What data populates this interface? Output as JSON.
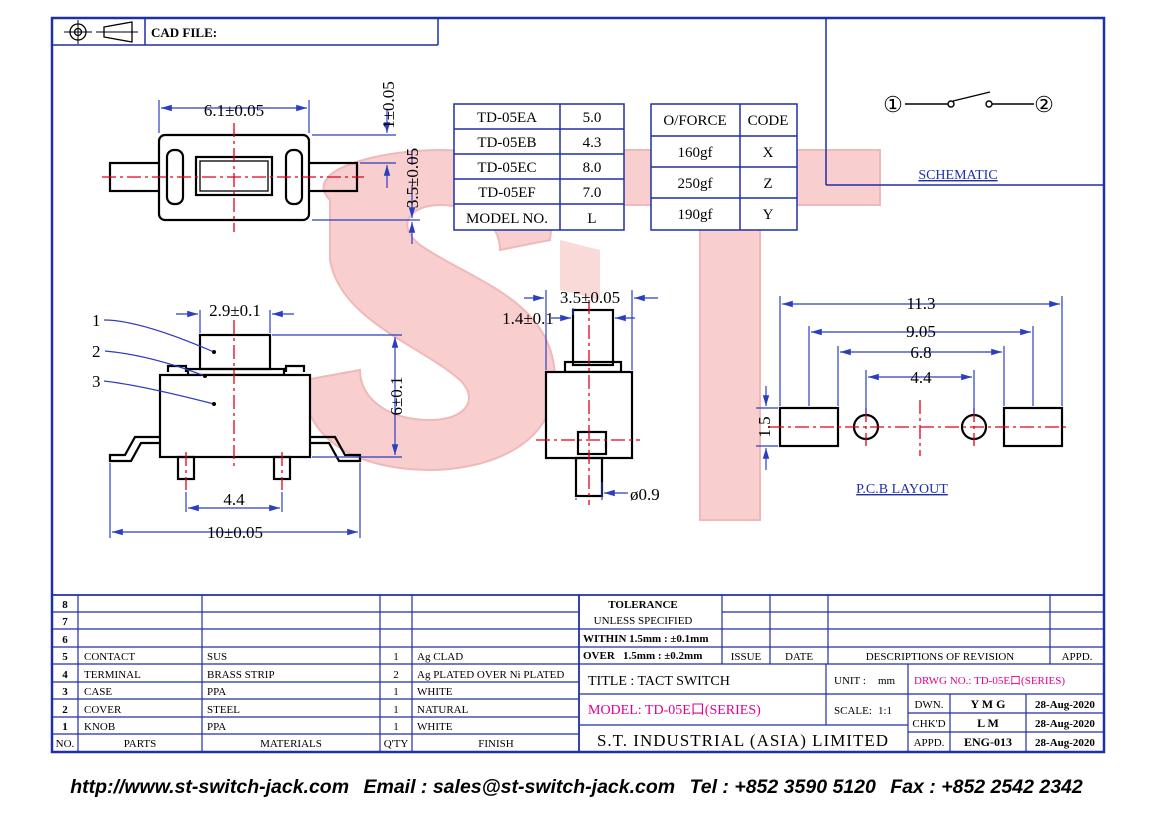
{
  "header": {
    "cad_label": "CAD FILE:"
  },
  "dims": {
    "top_width": "6.1±0.05",
    "top_gap": "1±0.05",
    "top_height": "3.5±0.05",
    "knob_width": "2.9±0.1",
    "side_height": "6±0.1",
    "pin_pitch": "4.4",
    "total_width": "10±0.05",
    "side_depth": "3.5±0.05",
    "side_knob": "1.4±0.1",
    "pin_dia": "ø0.9",
    "pcb_total": "11.3",
    "pcb_inner": "9.05",
    "pcb_mid": "6.8",
    "pcb_holes": "4.4",
    "pcb_pad": "1.5"
  },
  "part_numbers": [
    "1",
    "2",
    "3"
  ],
  "model_table": {
    "rows": [
      {
        "model": "TD-05EA",
        "l": "5.0"
      },
      {
        "model": "TD-05EB",
        "l": "4.3"
      },
      {
        "model": "TD-05EC",
        "l": "8.0"
      },
      {
        "model": "TD-05EF",
        "l": "7.0"
      },
      {
        "model": "MODEL NO.",
        "l": "L"
      }
    ]
  },
  "force_table": {
    "header": [
      "O/FORCE",
      "CODE"
    ],
    "rows": [
      {
        "force": "160gf",
        "code": "X"
      },
      {
        "force": "250gf",
        "code": "Z"
      },
      {
        "force": "190gf",
        "code": "Y"
      }
    ]
  },
  "schematic": {
    "label": "SCHEMATIC",
    "pin1": "①",
    "pin2": "②"
  },
  "pcb_label": "P.C.B LAYOUT",
  "bom": {
    "rows": [
      {
        "no": "8",
        "part": "",
        "material": "",
        "qty": "",
        "finish": ""
      },
      {
        "no": "7",
        "part": "",
        "material": "",
        "qty": "",
        "finish": ""
      },
      {
        "no": "6",
        "part": "",
        "material": "",
        "qty": "",
        "finish": ""
      },
      {
        "no": "5",
        "part": "CONTACT",
        "material": "SUS",
        "qty": "1",
        "finish": "Ag CLAD"
      },
      {
        "no": "4",
        "part": "TERMINAL",
        "material": "BRASS STRIP",
        "qty": "2",
        "finish": "Ag PLATED OVER Ni PLATED"
      },
      {
        "no": "3",
        "part": "CASE",
        "material": "PPA",
        "qty": "1",
        "finish": "WHITE"
      },
      {
        "no": "2",
        "part": "COVER",
        "material": "STEEL",
        "qty": "1",
        "finish": "NATURAL"
      },
      {
        "no": "1",
        "part": "KNOB",
        "material": "PPA",
        "qty": "1",
        "finish": "WHITE"
      }
    ],
    "header": {
      "no": "NO.",
      "part": "PARTS",
      "material": "MATERIALS",
      "qty": "Q'TY",
      "finish": "FINISH"
    }
  },
  "tolerance": {
    "title1": "TOLERANCE",
    "title2": "UNLESS SPECIFIED",
    "within": "WITHIN 1.5mm : ±0.1mm",
    "over": "OVER   1.5mm : ±0.2mm"
  },
  "revision": {
    "issue": "ISSUE",
    "date": "DATE",
    "desc": "DESCRIPTIONS OF REVISION",
    "appd": "APPD."
  },
  "title_block": {
    "title": "TITLE : TACT SWITCH",
    "model": "MODEL: TD-05E口(SERIES)",
    "company": "S.T. INDUSTRIAL (ASIA) LIMITED",
    "unit_label": "UNIT :",
    "unit": "mm",
    "scale_label": "SCALE:",
    "scale": "1:1",
    "drwg": "DRWG NO.: TD-05E口(SERIES)",
    "dwn_label": "DWN.",
    "dwn": "Y M G",
    "dwn_date": "28-Aug-2020",
    "chkd_label": "CHK'D",
    "chkd": "L M",
    "chkd_date": "28-Aug-2020",
    "appd_label": "APPD.",
    "appd": "ENG-013",
    "appd_date": "28-Aug-2020"
  },
  "footer": {
    "url": "http://www.st-switch-jack.com",
    "email": "Email : sales@st-switch-jack.com",
    "tel": "Tel : +852 3590 5120",
    "fax": "Fax : +852 2542 2342"
  },
  "colors": {
    "frame": "#1f2fa8",
    "ink": "#000000",
    "center": "#e3001b",
    "magenta": "#e2008f",
    "watermark": "#f3a6a6"
  }
}
